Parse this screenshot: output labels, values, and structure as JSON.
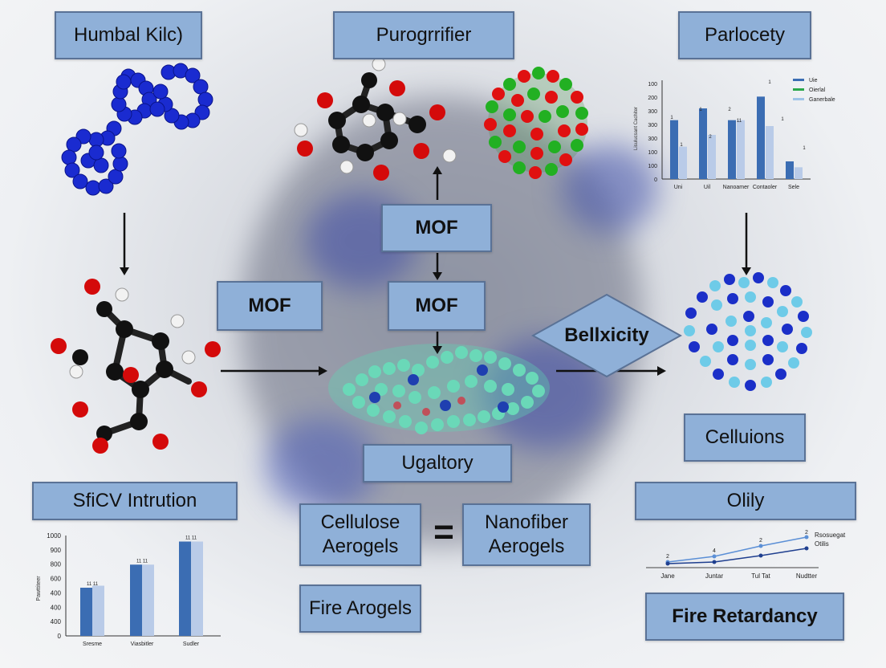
{
  "labels": {
    "humbal_kilc": "Humbal Kilc)",
    "purogrifier": "Purogrrifier",
    "parlocety": "Parlocety",
    "mof_top": "MOF",
    "mof_left": "MOF",
    "mof_center": "MOF",
    "bellxicity": "Bellxicity",
    "celluions": "Celluions",
    "ugaltory": "Ugaltory",
    "sfiv_intrution": "SfiCV Intrution",
    "olily": "Olily",
    "cellulose_aerogels": "Cellulose Aerogels",
    "equals": "=",
    "nanofiber_aerogels": "Nanofiber Aerogels",
    "fire_arogels": "Fire Arogels",
    "fire_retardancy": "Fire Retardancy"
  },
  "chart_data": [
    {
      "type": "bar",
      "title": "",
      "categories": [
        "Uni",
        "Uil",
        "Nanoamer",
        "Contaoler",
        "Sele"
      ],
      "series": [
        {
          "name": "Uie",
          "values": [
            1,
            1.2,
            1,
            1.4,
            0.3
          ],
          "color": "#3b6db3"
        },
        {
          "name": "Oierlal",
          "values": [
            0.55,
            0.75,
            1,
            0.9,
            0.2
          ],
          "color": "#b9cbe8"
        },
        {
          "name": "Ganerbale",
          "values": [],
          "color": "#9fc4e8"
        }
      ],
      "legend_colors": [
        "#3b6db3",
        "#2aa84a",
        "#9fc4e8"
      ],
      "data_labels": [
        "1",
        "1",
        "1",
        "2",
        "2",
        "11",
        "1",
        "1",
        "1"
      ],
      "ytick_labels": [
        "100",
        "200",
        "300",
        "300",
        "300",
        "100",
        "100",
        "0"
      ],
      "ylabel": "Lisulucsant Cachiter",
      "legend": "top-right"
    },
    {
      "type": "bar",
      "title": "",
      "categories": [
        "Sresme",
        "Viasbitler",
        "Sudler"
      ],
      "series": [
        {
          "name": "",
          "values": [
            480,
            710,
            940
          ],
          "color": "#3b6db3"
        },
        {
          "name": "",
          "values": [
            500,
            710,
            940
          ],
          "color": "#b9cbe8"
        }
      ],
      "data_labels": [
        "11 11",
        "11 11",
        "11 11"
      ],
      "ytick_labels": [
        "1000",
        "900",
        "800",
        "600",
        "400",
        "400",
        "400",
        "0"
      ],
      "ylabel": "Pawttiteer",
      "ylim": [
        0,
        1000
      ]
    },
    {
      "type": "line",
      "title": "",
      "x": [
        "Jane",
        "Juntar",
        "Tul Tat",
        "Nudtter"
      ],
      "series": [
        {
          "name": "Rsosuegat",
          "values": [
            2,
            4,
            2,
            2
          ],
          "color": "#5b8fd6"
        },
        {
          "name": "Otilis",
          "values": [
            1,
            1.2,
            2,
            3
          ],
          "color": "#1f3f8f"
        }
      ],
      "point_labels": [
        "2",
        "4",
        "2",
        "2"
      ],
      "legend": "right"
    }
  ]
}
